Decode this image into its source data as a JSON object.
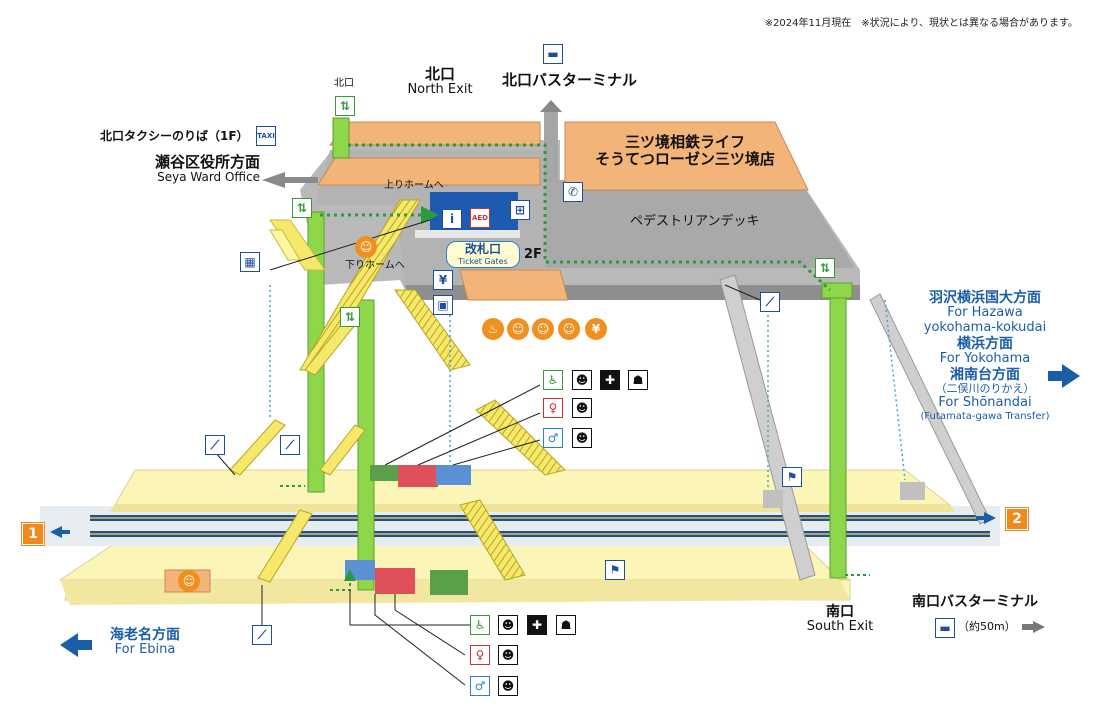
{
  "note": "※2024年11月現在　※状況により、現状とは異なる場合があります。",
  "north_exit": {
    "small": "北口",
    "jp": "北口",
    "en": "North Exit"
  },
  "north_bus": "北口バスターミナル",
  "taxi": "北口タクシーのりば（1F）",
  "taxi_icon": "TAXI",
  "seya": {
    "jp": "瀬谷区役所方面",
    "en": "Seya Ward Office"
  },
  "store": {
    "line1": "三ツ境相鉄ライフ",
    "line2": "そうてつローゼン三ツ境店"
  },
  "deck": "ペデストリアンデッキ",
  "up_platform": "上りホームへ",
  "down_platform": "下りホームへ",
  "gates": {
    "jp": "改札口",
    "en": "Ticket Gates"
  },
  "floor": "2F",
  "aed": "AED",
  "directions": {
    "hazawa_jp": "羽沢横浜国大方面",
    "hazawa_en1": "For Hazawa",
    "hazawa_en2": "yokohama-kokudai",
    "yokohama_jp": "横浜方面",
    "yokohama_en": "For Yokohama",
    "shonandai_jp": "湘南台方面",
    "shonandai_sub": "（二俣川のりかえ）",
    "shonandai_en": "For Shōnandai",
    "shonandai_sub_en": "(Futamata-gawa Transfer)"
  },
  "ebina": {
    "jp": "海老名方面",
    "en": "For Ebina"
  },
  "south_exit": {
    "jp": "南口",
    "en": "South Exit"
  },
  "south_bus": {
    "jp": "南口バスターミナル",
    "dist": "（約50m）"
  },
  "platform_1": "1",
  "platform_2": "2",
  "colors": {
    "track_blue": "#1b4f9c",
    "platform_yellow": "#fbf6b8",
    "elevator_green": "#8ed64a",
    "deck_gray": "#a9a9a9",
    "store_orange": "#f3b47a",
    "dotted_green": "#2b9a3c",
    "arrow_blue": "#1a5ea8"
  },
  "icons": [
    "elevator-icon",
    "escalator-icon",
    "bus-icon",
    "taxi-icon",
    "phone-icon",
    "aed-icon",
    "info-icon",
    "wheelchair-icon",
    "baby-icon",
    "ostomate-icon",
    "toilet-female-icon",
    "toilet-male-icon",
    "restaurant-icon",
    "shop-icon",
    "ticket-machine-icon",
    "waiting-room-icon"
  ]
}
